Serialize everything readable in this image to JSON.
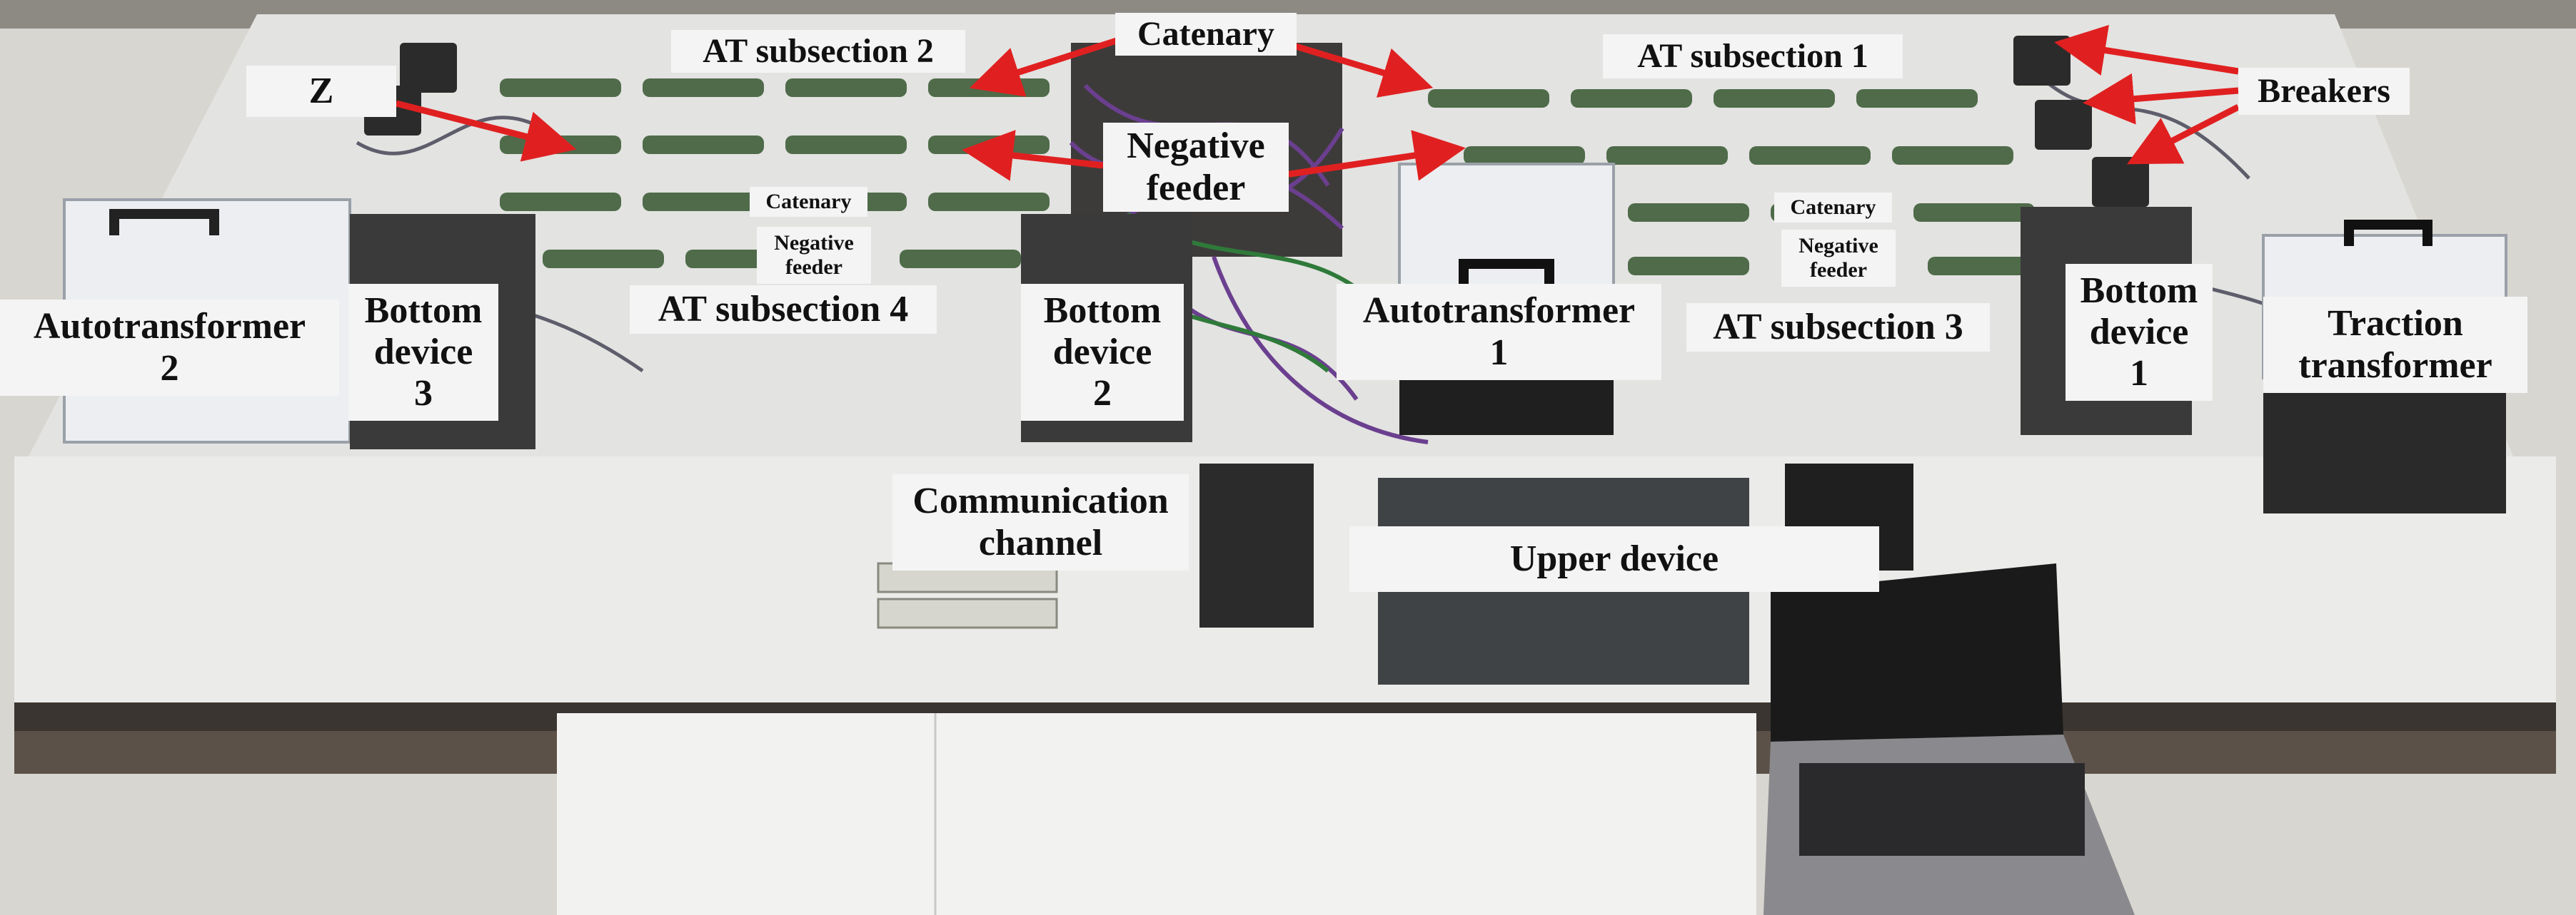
{
  "labels": {
    "z": "Z",
    "at_subsection_2": "AT subsection 2",
    "catenary_top": "Catenary",
    "at_subsection_1": "AT subsection 1",
    "breakers": "Breakers",
    "negative_feeder_top_line1": "Negative",
    "negative_feeder_top_line2": "feeder",
    "catenary_small_left": "Catenary",
    "negative_small_left_line1": "Negative",
    "negative_small_left_line2": "feeder",
    "catenary_small_right": "Catenary",
    "negative_small_right_line1": "Negative",
    "negative_small_right_line2": "feeder",
    "autotransformer_2_line1": "Autotransformer",
    "autotransformer_2_line2": "2",
    "bottom_device_3_line1": "Bottom",
    "bottom_device_3_line2": "device",
    "bottom_device_3_line3": "3",
    "at_subsection_4": "AT subsection 4",
    "bottom_device_2_line1": "Bottom",
    "bottom_device_2_line2": "device",
    "bottom_device_2_line3": "2",
    "autotransformer_1_line1": "Autotransformer",
    "autotransformer_1_line2": "1",
    "at_subsection_3": "AT subsection 3",
    "bottom_device_1_line1": "Bottom",
    "bottom_device_1_line2": "device",
    "bottom_device_1_line3": "1",
    "traction_transformer_line1": "Traction",
    "traction_transformer_line2": "transformer",
    "communication_channel_line1": "Communication",
    "communication_channel_line2": "channel",
    "upper_device": "Upper device"
  },
  "colors": {
    "arrow": "#e02020",
    "label_bg": "#f4f4f4",
    "table": "#e9e9e9",
    "floor": "#d8d6d0",
    "resistor": "#4f6b4a"
  }
}
